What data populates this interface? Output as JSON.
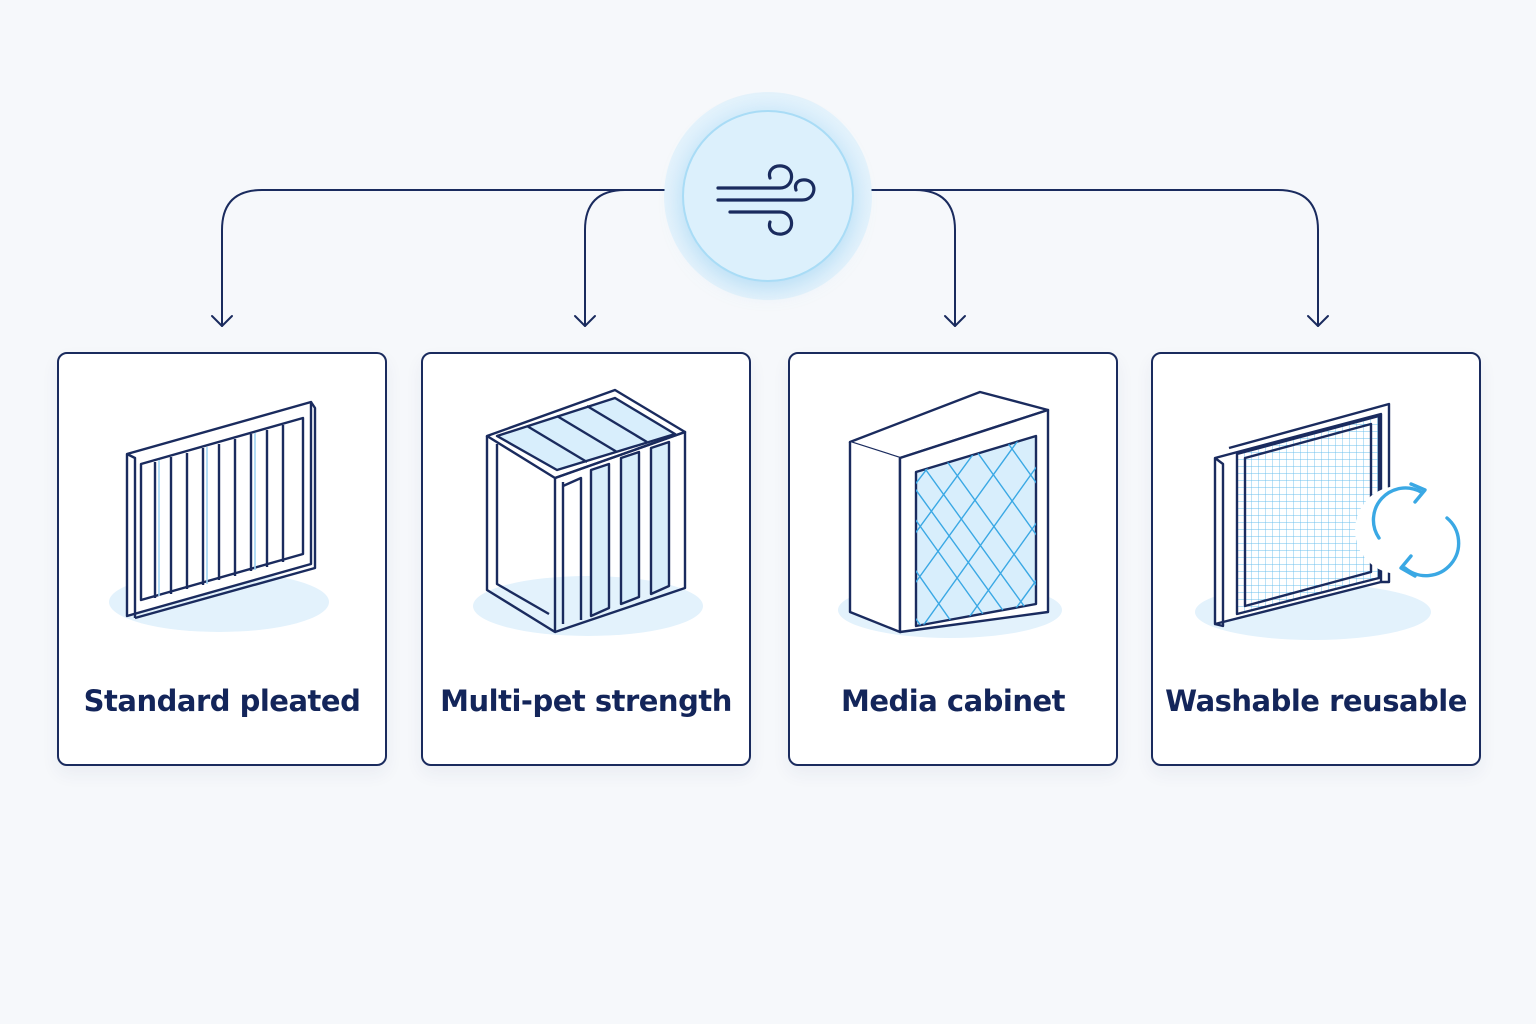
{
  "diagram": {
    "hub": {
      "icon": "wind-icon"
    },
    "cards": [
      {
        "label": "Standard pleated",
        "icon": "pleated-filter-icon"
      },
      {
        "label": "Multi-pet strength",
        "icon": "bag-filter-icon"
      },
      {
        "label": "Media cabinet",
        "icon": "media-cabinet-icon"
      },
      {
        "label": "Washable reusable",
        "icon": "washable-filter-icon",
        "badge_icon": "refresh-icon"
      }
    ]
  },
  "colors": {
    "line": "#1a2b5e",
    "accent": "#3aa8e4",
    "fill": "#d4ecfb",
    "background": "#f6f8fb"
  }
}
